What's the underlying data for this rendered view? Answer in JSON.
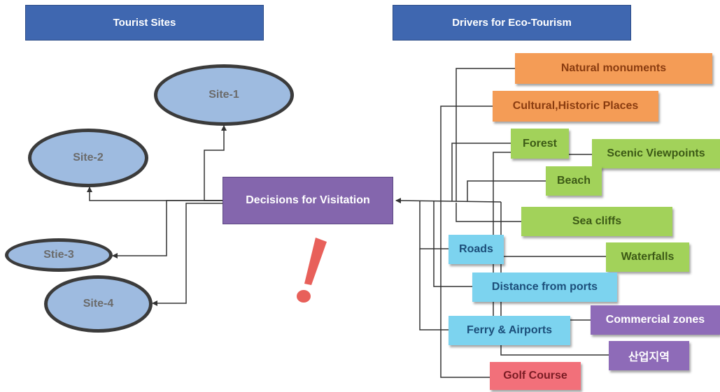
{
  "headers": {
    "tourist_sites": "Tourist Sites",
    "drivers": "Drivers for Eco-Tourism"
  },
  "sites": {
    "site1": "Site-1",
    "site2": "Site-2",
    "site3": "Stie-3",
    "site4": "Site-4"
  },
  "decision": "Decisions for Visitation",
  "alert": "!",
  "drivers": {
    "natural_monuments": "Natural monuments",
    "cultural_historic": "Cultural,Historic Places",
    "forest": "Forest",
    "scenic_viewpoints": "Scenic Viewpoints",
    "beach": "Beach",
    "sea_cliffs": "Sea cliffs",
    "roads": "Roads",
    "waterfalls": "Waterfalls",
    "distance_from_ports": "Distance from ports",
    "commercial_zones": "Commercial zones",
    "ferry_airports": "Ferry & Airports",
    "industrial_zone": "산업지역",
    "golf_course": "Golf Course"
  },
  "colors": {
    "header": "#3f67b0",
    "site_fill": "#9ebbe0",
    "decision": "#8466ad",
    "orange": "#f49c56",
    "green": "#a2d25a",
    "blue": "#7cd3ef",
    "purple": "#8e6bb8",
    "red": "#f2707a",
    "alert": "#e8605a"
  }
}
